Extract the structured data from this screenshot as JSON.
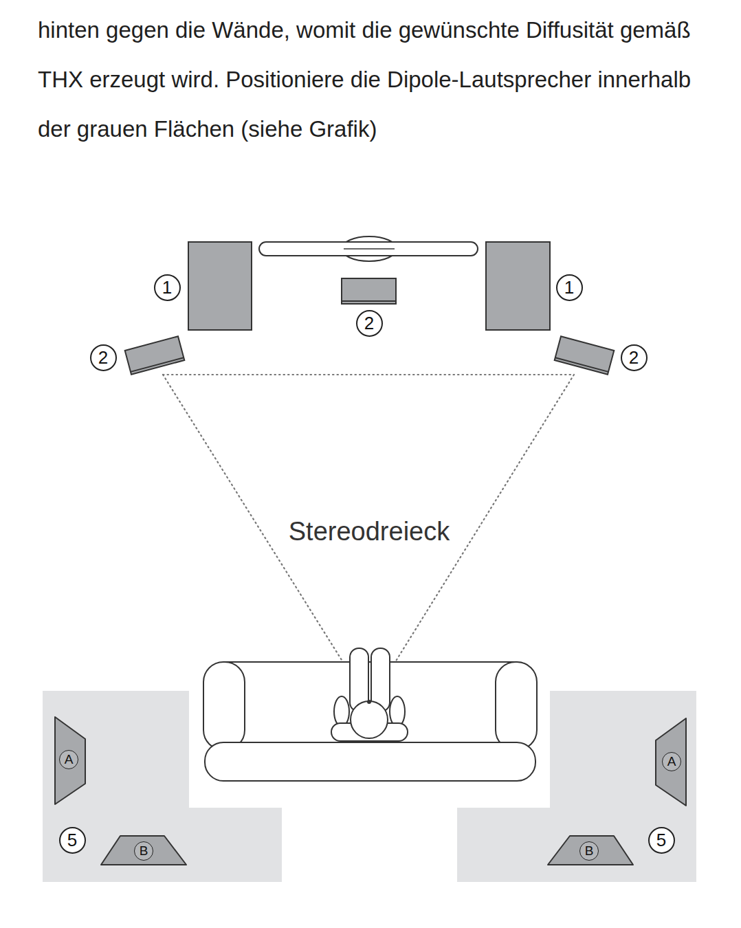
{
  "diagram": {
    "nodes": [
      {
        "text": [
          "A"
        ]
      },
      {
        "text": [
          "B"
        ]
      },
      {
        "text": [
          "A"
        ]
      },
      {
        "text": [
          "B"
        ]
      }
    ],
    "labels": [
      "hinten gegen die Wände, womit die gewünschte Diffusität gemäß THX erzeugt wird. Positioniere die Dipole-Lautsprecher innerhalb der grauen Flächen (siehe Grafik)",
      "1",
      "1",
      "2",
      "2",
      "2",
      "Stereodreieck",
      "5",
      "5"
    ]
  }
}
